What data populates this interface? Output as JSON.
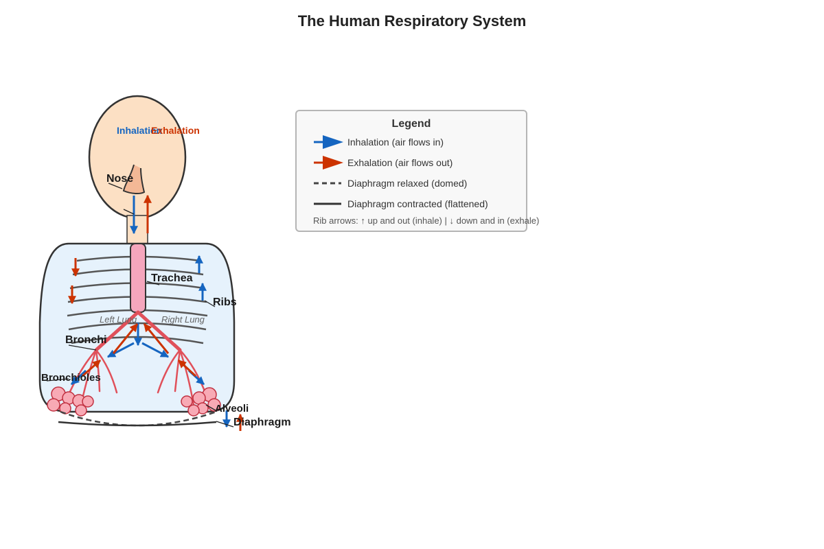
{
  "title": "The Human Respiratory System",
  "labels": {
    "nose": "Nose",
    "trachea": "Trachea",
    "ribs": "Ribs",
    "left_lung": "Left Lung",
    "right_lung": "Right Lung",
    "bronchi": "Bronchi",
    "bronchioles": "Bronchioles",
    "alveoli": "Alveoli",
    "diaphragm": "Diaphragm",
    "inhalation": "Inhalation",
    "exhalation": "Exhalation"
  },
  "legend": {
    "title": "Legend",
    "items": [
      {
        "symbol": "blue-arrow",
        "text": "Inhalation (air flows in)"
      },
      {
        "symbol": "red-arrow",
        "text": "Exhalation (air flows out)"
      },
      {
        "symbol": "dashed-line",
        "text": "Diaphragm relaxed (domed)"
      },
      {
        "symbol": "solid-line",
        "text": "Diaphragm contracted (flattened)"
      }
    ],
    "note": "Rib arrows: ↑ up and out (inhale) | ↓ down and in (exhale)"
  },
  "colors": {
    "inhale": "#1565c0",
    "exhale": "#cc3300",
    "head": "#fce0c4",
    "chest": "#e6f2fc",
    "trachea": "#f5a6bd",
    "airway": "#e0505a",
    "alveoli": "#f8aab5"
  }
}
